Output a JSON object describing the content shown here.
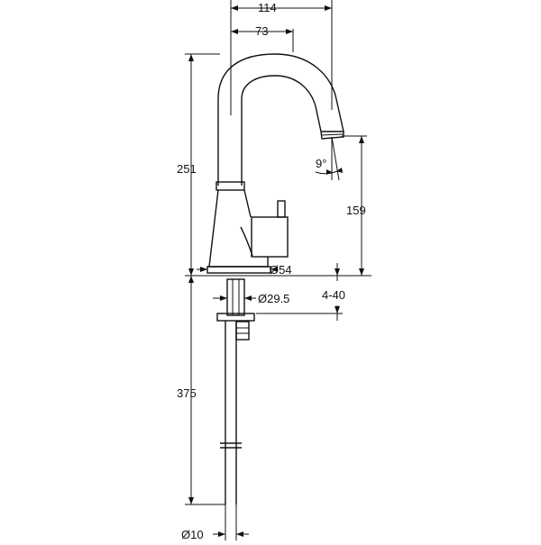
{
  "drawing": {
    "dimensions": {
      "reach_total": "114",
      "reach_axis": "73",
      "height_total": "251",
      "spout_height": "159",
      "spout_angle": "9°",
      "base_diameter": "Ø54",
      "shank_diameter": "Ø29.5",
      "deck_thickness": "4-40",
      "hose_length": "375",
      "hose_diameter": "Ø10"
    }
  }
}
